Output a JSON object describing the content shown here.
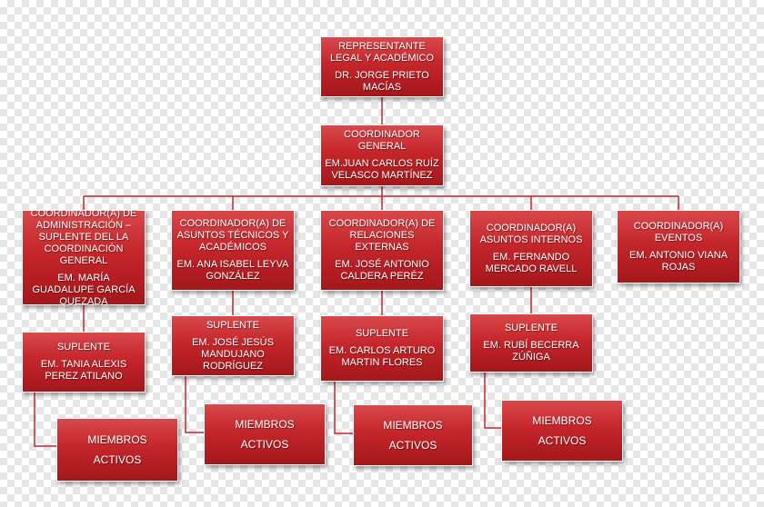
{
  "org_chart": {
    "representative": {
      "role": "REPRESENTANTE LEGAL Y ACADÉMICO",
      "name": "DR. JORGE PRIETO MACÍAS"
    },
    "general_coordinator": {
      "role": "COORDINADOR GENERAL",
      "name": "EM.JUAN CARLOS RUÍZ VELASCO MARTÍNEZ"
    },
    "coordinators": [
      {
        "role": "COORDINADOR(A) DE ADMINISTRACIÓN – SUPLENTE DEL LA COORDINACIÓN GENERAL",
        "name": "EM. MARÍA GUADALUPE GARCÍA QUEZADA"
      },
      {
        "role": "COORDINADOR(A) DE ASUNTOS TÉCNICOS Y ACADÉMICOS",
        "name": "EM. ANA ISABEL LEYVA GONZÁLEZ"
      },
      {
        "role": "COORDINADOR(A) DE RELACIONES EXTERNAS",
        "name": "EM. JOSÉ ANTONIO CALDERA PERÉZ"
      },
      {
        "role": "COORDINADOR(A) ASUNTOS INTERNOS",
        "name": "EM. FERNANDO MERCADO RAVELL"
      },
      {
        "role": "COORDINADOR(A) EVENTOS",
        "name": "EM. ANTONIO VIANA ROJAS"
      }
    ],
    "substitutes": [
      {
        "role": "SUPLENTE",
        "name": "EM. TANIA ALEXIS PEREZ ATILANO"
      },
      {
        "role": "SUPLENTE",
        "name": "EM. JOSÉ JESÚS MANDUJANO RODRÍGUEZ"
      },
      {
        "role": "SUPLENTE",
        "name": "EM. CARLOS ARTURO MARTIN FLORES"
      },
      {
        "role": "SUPLENTE",
        "name": "EM. RUBÍ BECERRA ZÚÑIGA"
      }
    ],
    "members": [
      {
        "label": "MIEMBROS ACTIVOS"
      },
      {
        "label": "MIEMBROS ACTIVOS"
      },
      {
        "label": "MIEMBROS ACTIVOS"
      },
      {
        "label": "MIEMBROS ACTIVOS"
      }
    ]
  },
  "colors": {
    "box_fill": "#c4262b",
    "box_text": "#ffffff",
    "connector": "#c0282c"
  }
}
